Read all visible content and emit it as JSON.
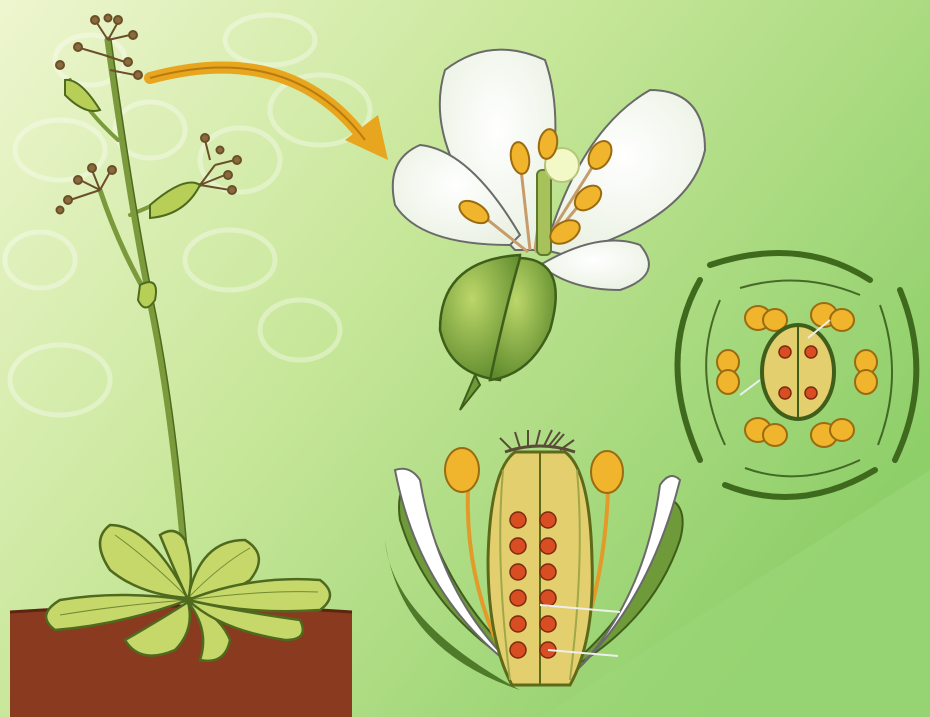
{
  "figure": {
    "colors": {
      "background_light": "#e8f3c4",
      "background_mid": "#b7df8c",
      "background_dark": "#8fcf6a",
      "soil": "#8a3a1e",
      "leaf": "#c6d86a",
      "leaf_edge": "#4f6a1f",
      "sepal": "#6f9a3a",
      "petal": "#ffffff",
      "anther": "#f0b52c",
      "ovary_wall": "#e3cf6d",
      "ovule": "#d94d22",
      "stem": "#7a9a3c"
    },
    "parts": [
      {
        "id": "whole-plant",
        "icon": "plant-icon"
      },
      {
        "id": "flower",
        "icon": "flower-icon"
      },
      {
        "id": "floral-diagram",
        "icon": "floral-diagram-icon"
      },
      {
        "id": "flower-section",
        "icon": "flower-section-icon"
      },
      {
        "id": "arrow",
        "icon": "arrow-icon"
      }
    ]
  }
}
